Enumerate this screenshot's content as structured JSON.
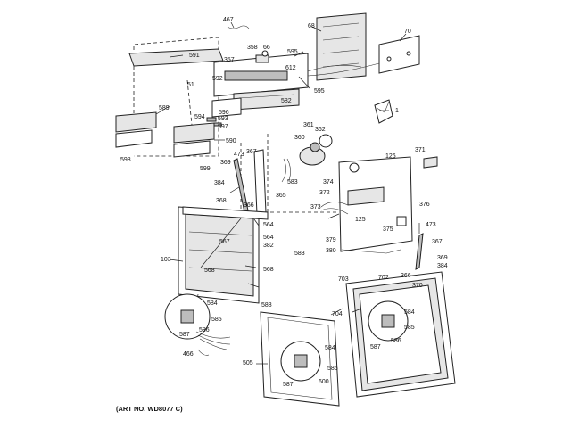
{
  "art_number": "(ART NO. WD8077 C)",
  "callouts": [
    "467",
    "68",
    "70",
    "358",
    "66",
    "591",
    "357",
    "612",
    "595",
    "51",
    "592",
    "595",
    "582",
    "596",
    "589",
    "594",
    "593",
    "597",
    "1",
    "590",
    "598",
    "599",
    "361",
    "362",
    "360",
    "371",
    "126",
    "473",
    "367",
    "369",
    "374",
    "583",
    "384",
    "365",
    "372",
    "368",
    "366",
    "373",
    "125",
    "376",
    "375",
    "473",
    "564",
    "564",
    "382",
    "567",
    "379",
    "380",
    "367",
    "369",
    "384",
    "103",
    "568",
    "568",
    "366",
    "370",
    "583",
    "703",
    "702",
    "704",
    "584",
    "584",
    "588",
    "585",
    "585",
    "587",
    "586",
    "587",
    "586",
    "466",
    "584",
    "505",
    "585",
    "600",
    "587"
  ]
}
